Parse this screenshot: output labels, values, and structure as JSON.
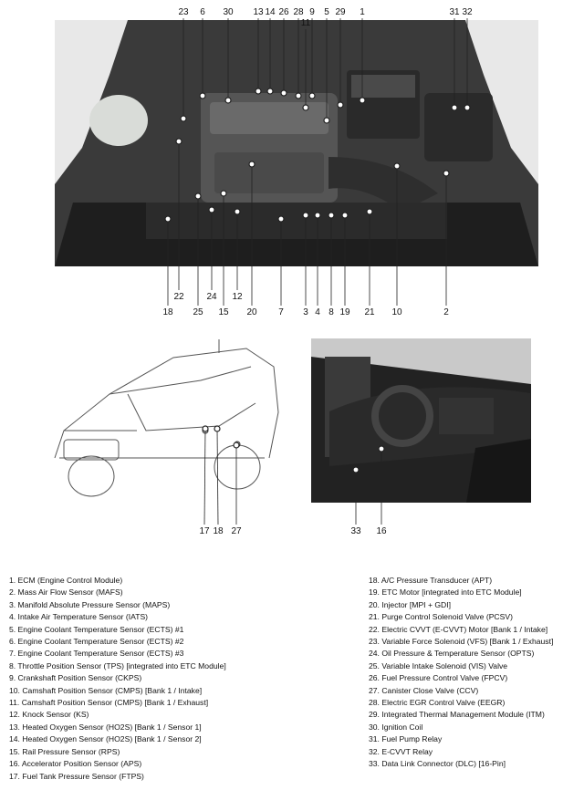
{
  "callouts_engine": [
    "23",
    "30",
    "13",
    "14",
    "26",
    "9",
    "5",
    "29",
    "1",
    "31",
    "32",
    "6",
    "28",
    "11",
    "18",
    "22",
    "24",
    "12",
    "20",
    "7",
    "3",
    "4",
    "8",
    "19",
    "21",
    "10",
    "2",
    "25",
    "15"
  ],
  "callouts_car": [
    "17",
    "18",
    "27"
  ],
  "callouts_interior": [
    "33",
    "16"
  ],
  "legend_left": [
    "1. ECM (Engine Control Module)",
    "2. Mass Air Flow Sensor (MAFS)",
    "3. Manifold Absolute Pressure Sensor (MAPS)",
    "4. Intake Air Temperature Sensor (IATS)",
    "5. Engine Coolant Temperature Sensor (ECTS) #1",
    "6. Engine Coolant Temperature Sensor (ECTS) #2",
    "7. Engine Coolant Temperature Sensor (ECTS) #3",
    "8. Throttle Position Sensor (TPS) [integrated into ETC Module]",
    "9. Crankshaft Position Sensor (CKPS)",
    "10. Camshaft Position Sensor (CMPS) [Bank 1 / Intake]",
    "11. Camshaft Position Sensor (CMPS) [Bank 1 / Exhaust]",
    "12. Knock Sensor (KS)",
    "13. Heated Oxygen Sensor (HO2S) [Bank 1 / Sensor 1]",
    "14. Heated Oxygen Sensor (HO2S) [Bank 1 / Sensor 2]",
    "15. Rail Pressure Sensor (RPS)",
    "16. Accelerator Position Sensor (APS)",
    "17. Fuel Tank Pressure Sensor (FTPS)"
  ],
  "legend_right": [
    "18. A/C Pressure Transducer (APT)",
    "19. ETC Motor [integrated into ETC Module]",
    "20. Injector [MPI + GDI]",
    "21. Purge Control Solenoid Valve (PCSV)",
    "22. Electric CVVT (E-CVVT) Motor [Bank 1 / Intake]",
    "23. Variable Force Solenoid (VFS) [Bank 1 / Exhaust]",
    "24. Oil Pressure & Temperature Sensor (OPTS)",
    "25. Variable Intake Solenoid (VIS) Valve",
    "26. Fuel Pressure Control Valve (FPCV)",
    "27. Canister Close Valve (CCV)",
    "28. Electric EGR Control Valve (EEGR)",
    "29. Integrated Thermal Management Module (ITM)",
    "30. Ignition Coil",
    "31. Fuel Pump Relay",
    "32. E-CVVT Relay",
    "33. Data Link Connector (DLC) [16-Pin]"
  ]
}
